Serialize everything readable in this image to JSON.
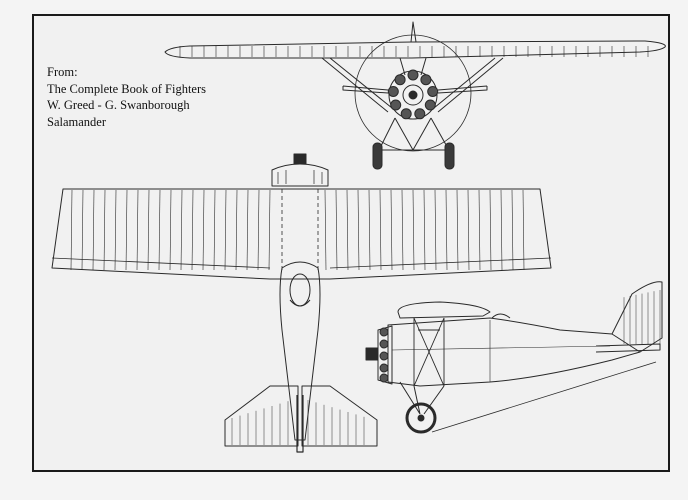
{
  "credit": {
    "lines": [
      "From:",
      "The Complete Book of Fighters",
      "W. Greed - G. Swanborough",
      "Salamander"
    ]
  },
  "views": [
    {
      "name": "front-view",
      "depicts": "aircraft front elevation with radial engine, propeller disc and landing gear"
    },
    {
      "name": "top-view",
      "depicts": "aircraft plan view with parasol wing and tailplane"
    },
    {
      "name": "side-view",
      "depicts": "aircraft side elevation with radial engine, struts and tail fin"
    }
  ],
  "colors": {
    "paper": "#f1f1f1",
    "frame": "#1a1a1a",
    "ink": "#2a2a2a"
  }
}
